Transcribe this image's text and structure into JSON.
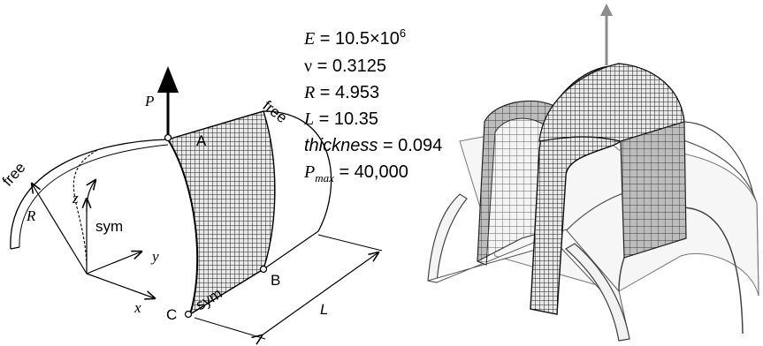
{
  "figure": {
    "parameters": [
      {
        "symbol": "E",
        "symbol_style": "serif-italic",
        "value": " = 10.5×10",
        "superscript": "6",
        "subscript": ""
      },
      {
        "symbol": "ν",
        "symbol_style": "serif",
        "value": " = 0.3125",
        "superscript": "",
        "subscript": ""
      },
      {
        "symbol": "R",
        "symbol_style": "serif-italic",
        "value": " = 4.953",
        "superscript": "",
        "subscript": ""
      },
      {
        "symbol": "L",
        "symbol_style": "serif-italic",
        "value": " = 10.35",
        "superscript": "",
        "subscript": ""
      },
      {
        "symbol": "thickness",
        "symbol_style": "sans-italic",
        "value": " = 0.094",
        "superscript": "",
        "subscript": ""
      },
      {
        "symbol": "P",
        "symbol_style": "serif-italic",
        "value": " = 40,000",
        "superscript": "",
        "subscript": "max"
      }
    ],
    "left_labels": {
      "load": "P",
      "point_a": "A",
      "point_b": "B",
      "point_c": "C",
      "free_right": "free",
      "free_left": "free",
      "sym_top": "sym",
      "sym_bottom": "sym",
      "radius": "R",
      "length": "L",
      "axis_x": "x",
      "axis_y": "y",
      "axis_z": "z"
    },
    "colors": {
      "mesh": "#2a2a2a",
      "mesh_light": "#6a6a6a",
      "outline": "#000000",
      "deformed_arrow": "#8c8c8c"
    }
  }
}
